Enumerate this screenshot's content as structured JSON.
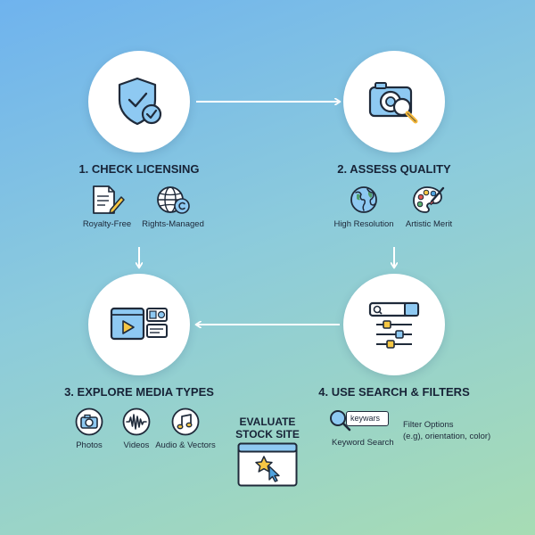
{
  "steps": [
    {
      "title": "1. CHECK LICENSING",
      "items": [
        "Royalty-Free",
        "Rights-Managed"
      ]
    },
    {
      "title": "2. ASSESS QUALITY",
      "items": [
        "High Resolution",
        "Artistic Merit"
      ]
    },
    {
      "title": "3. EXPLORE MEDIA TYPES",
      "items": [
        "Photos",
        "Videos",
        "Audio & Vectors"
      ]
    },
    {
      "title": "4. USE SEARCH & FILTERS",
      "keyword_box": "keywars",
      "keyword_label": "Keyword Search",
      "filter_line1": "Filter Options",
      "filter_line2": "(e.g), orientation, color)"
    }
  ],
  "center": {
    "line1": "EVALUATE",
    "line2": "STOCK SITE"
  },
  "colors": {
    "accent_blue": "#7fc2f0",
    "outline": "#1f2a3a",
    "star": "#f6c744",
    "arrow": "#ffffff"
  },
  "icons": [
    "shield-check-icon",
    "camera-magnifier-icon",
    "media-player-icon",
    "search-filter-icon",
    "document-pen-icon",
    "globe-copyright-icon",
    "globe-icon",
    "palette-icon",
    "camera-icon",
    "waveform-icon",
    "music-note-icon",
    "magnifier-icon",
    "browser-star-cursor-icon"
  ]
}
